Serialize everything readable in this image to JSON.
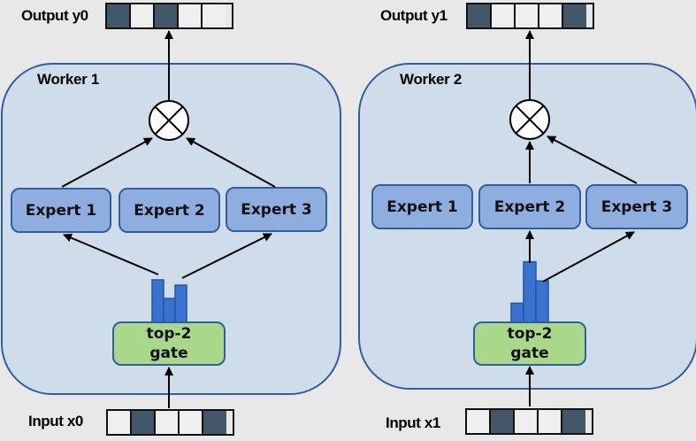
{
  "colors": {
    "background": "#e8e8e8",
    "worker_fill": "#cfdce9",
    "worker_border": "#2f5f9e",
    "expert_fill": "#8eaee0",
    "gate_fill": "#a9d88a",
    "bar_fill": "#3a72d0",
    "vector_active": "#43576b",
    "vector_inactive": "#efefef"
  },
  "workers": [
    {
      "title": "Worker 1",
      "experts": [
        "Expert 1",
        "Expert 2",
        "Expert 3"
      ],
      "selected_experts": [
        1,
        3
      ],
      "gate": {
        "line1": "top-2",
        "line2": "gate"
      },
      "gate_scores": [
        0.8,
        0.45,
        0.7
      ],
      "combine_symbol": "multiply-circle",
      "input": {
        "label": "Input x0",
        "cells": [
          0,
          1,
          0,
          0,
          1
        ]
      },
      "output": {
        "label": "Output y0",
        "cells": [
          1,
          0,
          1,
          0,
          0
        ]
      }
    },
    {
      "title": "Worker 2",
      "experts": [
        "Expert 1",
        "Expert 2",
        "Expert 3"
      ],
      "selected_experts": [
        2,
        3
      ],
      "gate": {
        "line1": "top-2",
        "line2": "gate"
      },
      "gate_scores": [
        0.3,
        0.95,
        0.65
      ],
      "combine_symbol": "multiply-circle",
      "input": {
        "label": "Input x1",
        "cells": [
          0,
          1,
          0,
          0,
          1
        ]
      },
      "output": {
        "label": "Output y1",
        "cells": [
          1,
          0,
          0,
          0,
          1
        ]
      }
    }
  ]
}
